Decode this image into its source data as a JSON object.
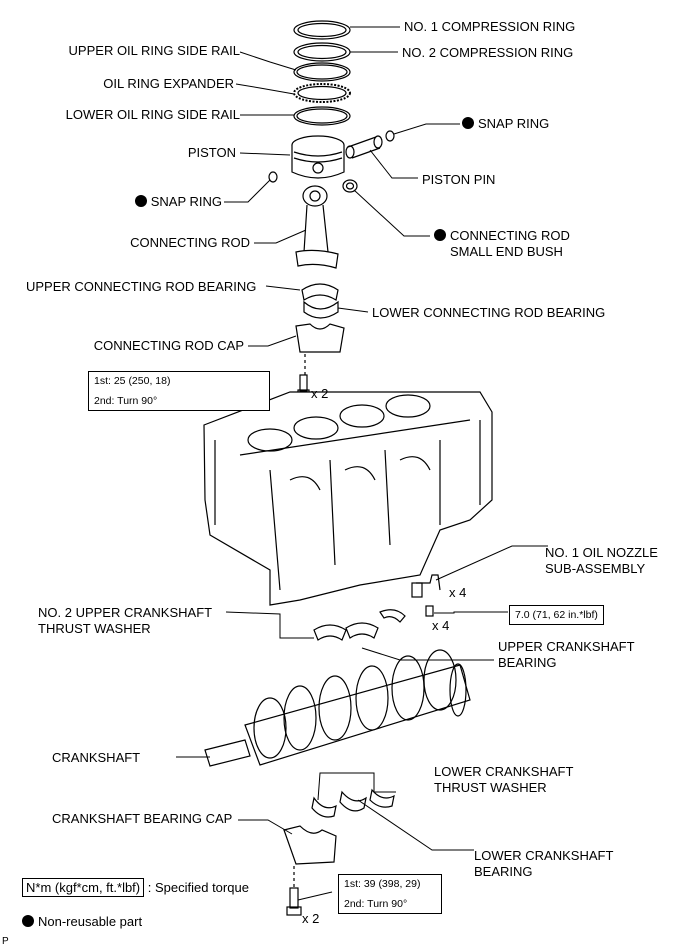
{
  "labels": {
    "no1_ring": "NO. 1 COMPRESSION RING",
    "no2_ring": "NO. 2 COMPRESSION RING",
    "upper_side_rail": "UPPER OIL RING SIDE RAIL",
    "expander": "OIL RING EXPANDER",
    "lower_side_rail": "LOWER OIL RING SIDE RAIL",
    "snap_ring_right": "SNAP RING",
    "piston": "PISTON",
    "piston_pin": "PISTON PIN",
    "snap_ring_left": "SNAP RING",
    "rod": "CONNECTING ROD",
    "bush_1": "CONNECTING ROD",
    "bush_2": "SMALL END BUSH",
    "upper_rod_bearing": "UPPER CONNECTING ROD BEARING",
    "lower_rod_bearing": "LOWER CONNECTING ROD BEARING",
    "rod_cap": "CONNECTING ROD CAP",
    "nozzle_1": "NO. 1 OIL NOZZLE",
    "nozzle_2": "SUB-ASSEMBLY",
    "thrust_upper_1": "NO. 2 UPPER CRANKSHAFT",
    "thrust_upper_2": "THRUST WASHER",
    "upper_crank_bearing_1": "UPPER CRANKSHAFT",
    "upper_crank_bearing_2": "BEARING",
    "crankshaft": "CRANKSHAFT",
    "lower_thrust_1": "LOWER CRANKSHAFT",
    "lower_thrust_2": "THRUST WASHER",
    "bearing_cap": "CRANKSHAFT BEARING CAP",
    "lower_crank_bearing_1": "LOWER CRANKSHAFT",
    "lower_crank_bearing_2": "BEARING"
  },
  "torque": {
    "rod_bolt_1": "1st: 25 (250, 18)",
    "rod_bolt_2": "2nd: Turn 90°",
    "nozzle_bolt": "7.0 (71, 62 in.*lbf)",
    "cap_bolt_1": "1st: 39 (398, 29)",
    "cap_bolt_2": "2nd: Turn 90°"
  },
  "quantities": {
    "rod_bolt": "x 2",
    "nozzle": "x 4",
    "nozzle_bolt": "x 4",
    "cap_bolt": "x 2"
  },
  "legend": {
    "torque_key": "N*m (kgf*cm, ft.*lbf)",
    "torque_desc": ": Specified torque",
    "non_reusable": "Non-reusable part"
  },
  "corner_mark": "P"
}
